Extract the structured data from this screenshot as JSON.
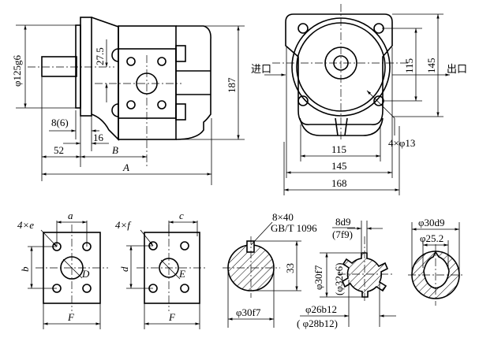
{
  "front_view": {
    "dia_flange": "φ125g6",
    "height": "187",
    "offset": "27.5",
    "flange_thk": "8(6)",
    "step": "16",
    "shaft_len": "52",
    "dim_b": "B",
    "dim_a": "A"
  },
  "side_view": {
    "inlet": "进口",
    "outlet": "出口",
    "holes": "4×φ13",
    "h_115": "115",
    "h_145": "145",
    "h_168": "168",
    "v_115": "115",
    "v_145": "145"
  },
  "port_1": {
    "holes": "4×e",
    "a": "a",
    "b": "b",
    "d": "D",
    "f": "F"
  },
  "port_2": {
    "holes": "4×f",
    "c": "c",
    "d": "d",
    "e": "E",
    "f": "F"
  },
  "shaft_key": {
    "key": "8×40",
    "std": "GB/T 1096",
    "height": "33",
    "dia": "φ30f7"
  },
  "shaft_spline": {
    "width": "8d9",
    "width_alt": "(7f9)",
    "od": "φ30f7",
    "od_alt": "(φ32e6)",
    "id": "φ26b12",
    "id_alt": "( φ28b12)"
  },
  "shaft_serration": {
    "od": "φ30d9",
    "id": "φ25.2"
  }
}
